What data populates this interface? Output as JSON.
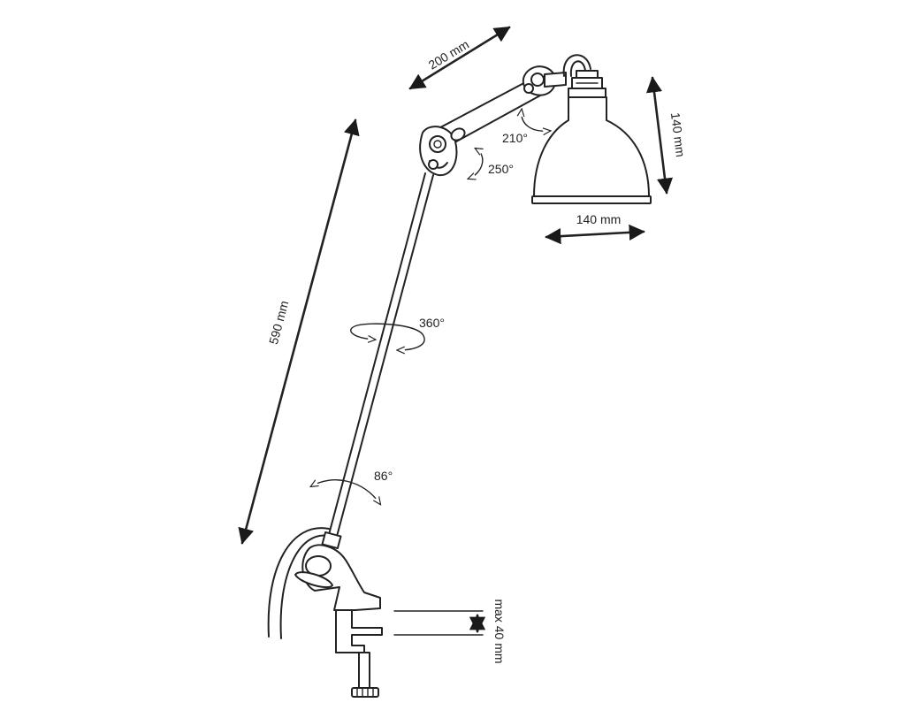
{
  "dimensions": {
    "arm_length": "200 mm",
    "shade_height": "140 mm",
    "shade_diameter": "140 mm",
    "stem_length": "590 mm",
    "clamp_max": "max 40 mm"
  },
  "angles": {
    "shade_rotation": "210°",
    "elbow_rotation": "250°",
    "stem_rotation": "360°",
    "base_tilt": "86°"
  }
}
